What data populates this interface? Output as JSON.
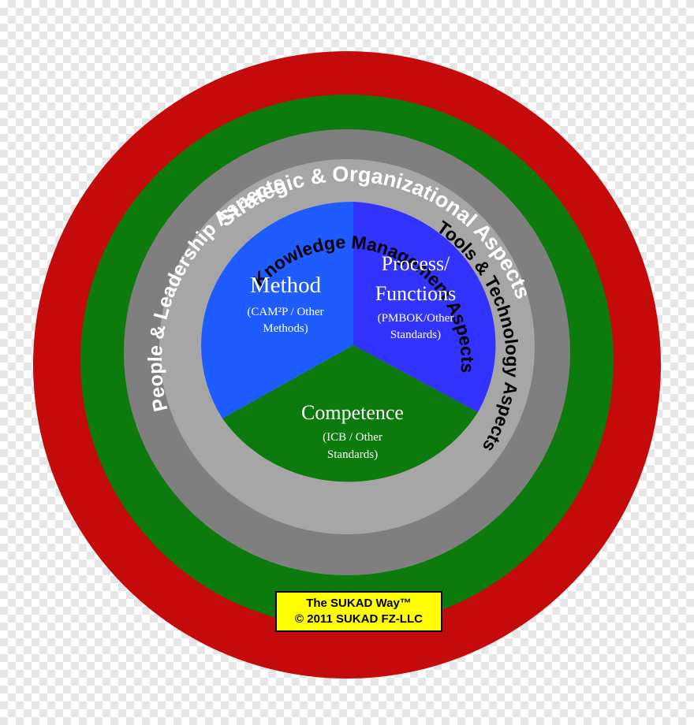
{
  "rings": {
    "outer": {
      "label": "Strategic & Organizational Aspects",
      "color": "#c40a0a"
    },
    "green": {
      "label": "People & Leadership Aspects",
      "color": "#0d7a0d"
    },
    "dark_gray": {
      "label": "Knowledge Management Aspects",
      "color": "#7f7f7f"
    },
    "light_gray": {
      "label": "Tools & Technology Aspects",
      "color": "#a6a6a6"
    }
  },
  "sectors": {
    "method": {
      "title": "Method",
      "sub1": "(CAM²P / Other",
      "sub2": "Methods)",
      "color": "#1f5cff"
    },
    "process": {
      "title1": "Process/",
      "title2": "Functions",
      "sub1": "(PMBOK/Other",
      "sub2": "Standards)",
      "color": "#3333ff"
    },
    "competence": {
      "title": "Competence",
      "sub1": "(ICB / Other",
      "sub2": "Standards)",
      "color": "#0d7a0d"
    }
  },
  "copyright": {
    "line1": "The SUKAD Way™",
    "line2": "© 2011 SUKAD FZ-LLC"
  }
}
